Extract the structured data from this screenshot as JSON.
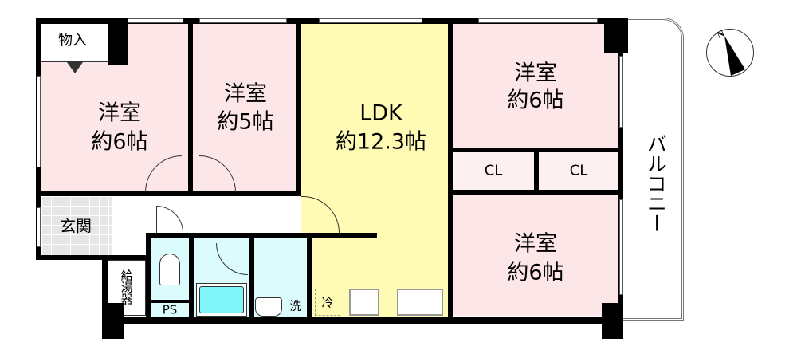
{
  "rooms": {
    "storage": {
      "label": "物入"
    },
    "western_1": {
      "name": "洋室",
      "size": "約6帖"
    },
    "western_2": {
      "name": "洋室",
      "size": "約5帖"
    },
    "ldk": {
      "name": "LDK",
      "size": "約12.3帖"
    },
    "western_3": {
      "name": "洋室",
      "size": "約6帖"
    },
    "western_4": {
      "name": "洋室",
      "size": "約6帖"
    },
    "closet_1": {
      "label": "CL"
    },
    "closet_2": {
      "label": "CL"
    },
    "entrance": {
      "label": "玄関"
    },
    "water_heater": {
      "label": "給湯器"
    },
    "pipe_space": {
      "label": "PS"
    },
    "washer": {
      "label": "洗"
    },
    "fridge": {
      "label": "冷"
    },
    "balcony": {
      "label": "バルコニー"
    }
  },
  "compass": {
    "label": "N",
    "icon": "north-arrow-icon"
  },
  "colors": {
    "bedroom": "#fde6e8",
    "ldk": "#fffbb4",
    "wet_area": "#dcfbfc",
    "tub": "#80f6f8",
    "entrance_tile": "#e6e6e6"
  }
}
